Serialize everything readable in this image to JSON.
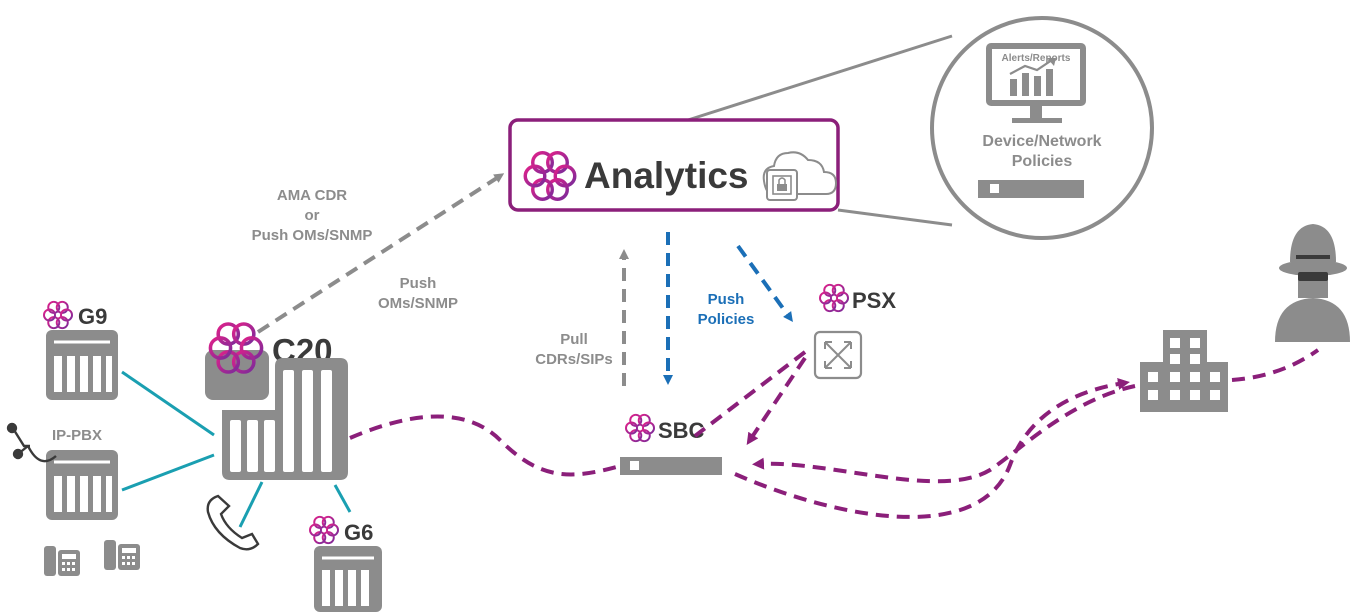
{
  "colors": {
    "gray": "#8c8c8c",
    "dark_gray": "#3a3a3a",
    "purple": "#8b1f7a",
    "teal": "#1a9fb1",
    "blue": "#1b6fb7",
    "white": "#ffffff"
  },
  "nodes": {
    "analytics": {
      "label": "Analytics",
      "icon": "cloud-lock-icon"
    },
    "policy_panel": {
      "alerts_label": "Alerts/Reports",
      "title_line1": "Device/Network",
      "title_line2": "Policies"
    },
    "psx": {
      "label": "PSX",
      "icon": "routing-switch-icon"
    },
    "sbc": {
      "label": "SBC",
      "icon": "sbc-appliance-icon"
    },
    "c20": {
      "label": "C20",
      "icon": "call-server-icon"
    },
    "g9": {
      "label": "G9",
      "icon": "gateway-icon"
    },
    "g6": {
      "label": "G6",
      "icon": "gateway-icon"
    },
    "ippbx": {
      "label": "IP-PBX",
      "icon": "pbx-icon"
    },
    "enterprise": {
      "icon": "office-building-icon"
    },
    "attacker": {
      "icon": "spy-attacker-icon"
    }
  },
  "flows": {
    "ama": {
      "line1": "AMA CDR",
      "line2": "or",
      "line3": "Push OMs/SNMP"
    },
    "push_oms": {
      "line1": "Push",
      "line2": "OMs/SNMP"
    },
    "pull": {
      "line1": "Pull",
      "line2": "CDRs/SIPs"
    },
    "push_policies": {
      "line1": "Push",
      "line2": "Policies"
    }
  }
}
